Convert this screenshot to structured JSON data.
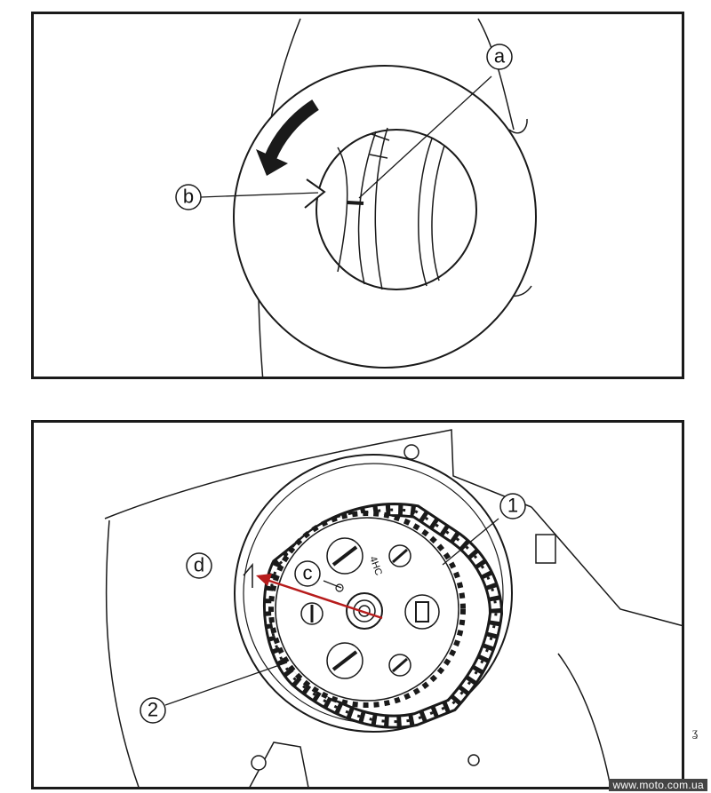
{
  "callouts": {
    "a": "a",
    "b": "b",
    "c": "c",
    "d": "d",
    "one": "1",
    "two": "2"
  },
  "sprocket_mark": "4HC",
  "watermark": "www.moto.com.ua",
  "colors": {
    "line": "#1a1a1a",
    "arrow_red": "#b71c1c"
  }
}
